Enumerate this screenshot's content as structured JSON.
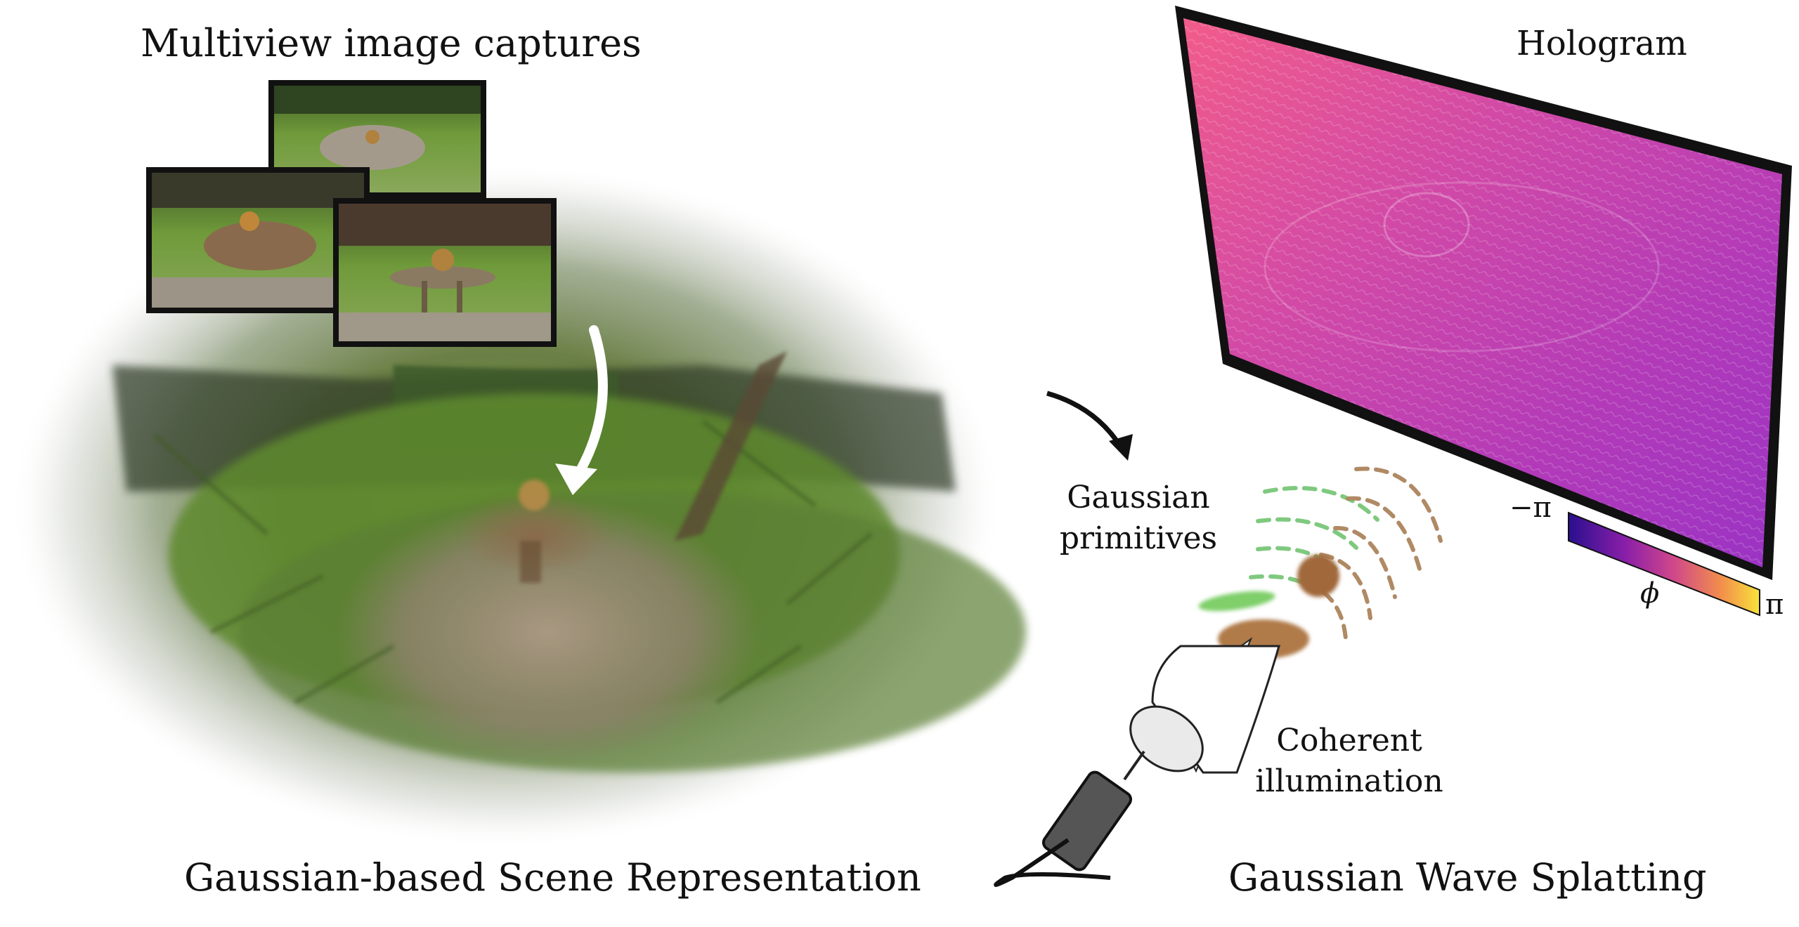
{
  "labels": {
    "multiview": "Multiview image captures",
    "scene_rep": "Gaussian-based Scene Representation",
    "hologram": "Hologram",
    "gaussian_primitives_1": "Gaussian",
    "gaussian_primitives_2": "primitives",
    "coherent_1": "Coherent",
    "coherent_2": "illumination",
    "wave_splatting": "Gaussian Wave Splatting"
  },
  "colorbar": {
    "min_label": "−π",
    "max_label": "π",
    "symbol": "ϕ",
    "colors": [
      "#2a0f8f",
      "#8a1fa8",
      "#d0478a",
      "#f28f4b",
      "#f8e23c"
    ]
  },
  "colors": {
    "green_arc": "#7fc97f",
    "brown_arc": "#b08a64",
    "green_blob": "#7fcf6a",
    "brown_blob": "#a0673a",
    "hologram_frame": "#111111"
  }
}
